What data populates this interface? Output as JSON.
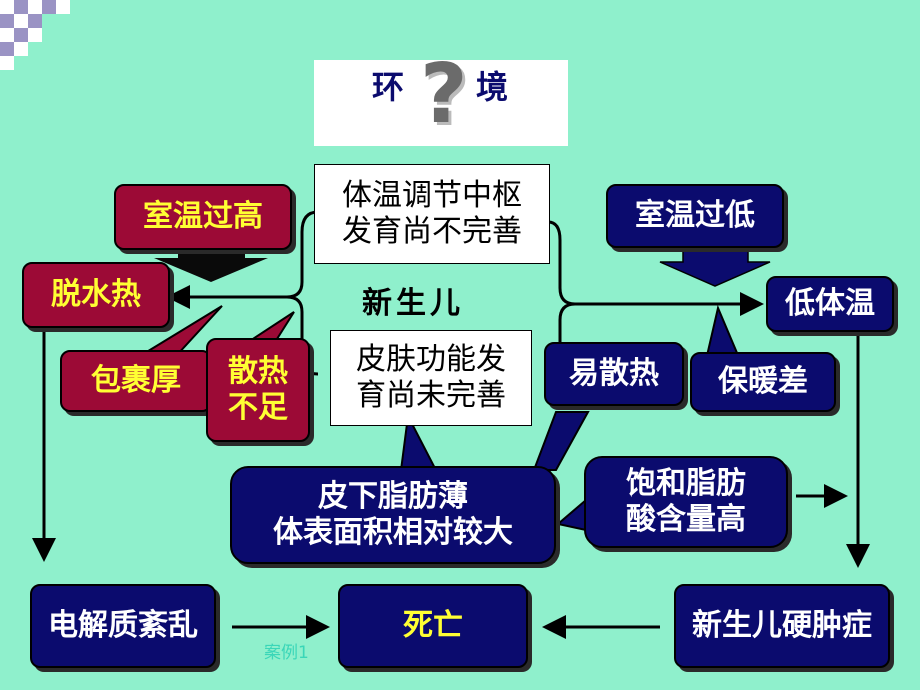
{
  "title": {
    "left": "环",
    "right": "境",
    "mark": "?"
  },
  "center_top": {
    "line1": "体温调节中枢",
    "line2": "发育尚不完善"
  },
  "center_label": "新生儿",
  "center_bottom": {
    "line1": "皮肤功能发",
    "line2": "育尚未完善"
  },
  "left": {
    "room_hot": "室温过高",
    "dehydration_fever": "脱水热",
    "wrapped_thick": "包裹厚",
    "heat_loss_insufficient": {
      "line1": "散热",
      "line2": "不足"
    }
  },
  "right": {
    "room_cold": "室温过低",
    "hypothermia": "低体温",
    "easy_heat_loss": "易散热",
    "poor_warmth": "保暖差"
  },
  "middle": {
    "subcutaneous_fat": {
      "line1": "皮下脂肪薄",
      "line2": "体表面积相对较大"
    },
    "saturated_fat": {
      "line1": "饱和脂肪",
      "line2": "酸含量高"
    }
  },
  "bottom": {
    "electrolyte_disorder": "电解质紊乱",
    "death": "死亡",
    "sclerema": "新生儿硬肿症",
    "case_label": "案例1"
  },
  "colors": {
    "background": "#8ff0cc",
    "red_box": "#9c0a36",
    "navy_box": "#0b0b6e",
    "yellow_text": "#ffff33"
  }
}
